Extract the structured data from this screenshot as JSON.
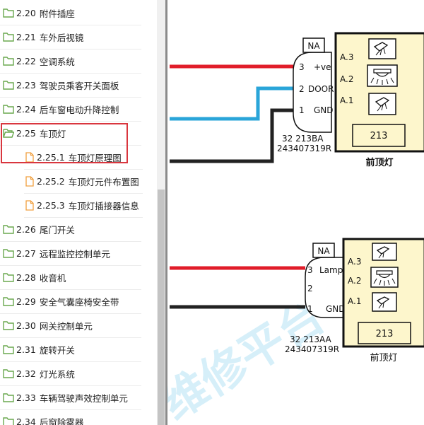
{
  "sidebar": {
    "items": [
      {
        "num": "2.20",
        "label": "附件插座",
        "type": "folder",
        "selected": false
      },
      {
        "num": "2.21",
        "label": "车外后视镜",
        "type": "folder",
        "selected": false
      },
      {
        "num": "2.22",
        "label": "空调系统",
        "type": "folder",
        "selected": false
      },
      {
        "num": "2.23",
        "label": "驾驶员乘客开关面板",
        "type": "folder",
        "selected": false
      },
      {
        "num": "2.24",
        "label": "后车窗电动升降控制",
        "type": "folder",
        "selected": false
      },
      {
        "num": "2.25",
        "label": "车顶灯",
        "type": "folder-open",
        "selected": true
      },
      {
        "num": "2.25.1",
        "label": "车顶灯原理图",
        "type": "file",
        "selected": true
      },
      {
        "num": "2.25.2",
        "label": "车顶灯元件布置图",
        "type": "file",
        "selected": false
      },
      {
        "num": "2.25.3",
        "label": "车顶灯插接器信息",
        "type": "file",
        "selected": false
      },
      {
        "num": "2.26",
        "label": "尾门开关",
        "type": "folder",
        "selected": false
      },
      {
        "num": "2.27",
        "label": "远程监控控制单元",
        "type": "folder",
        "selected": false
      },
      {
        "num": "2.28",
        "label": "收音机",
        "type": "folder",
        "selected": false
      },
      {
        "num": "2.29",
        "label": "安全气囊座椅安全带",
        "type": "folder",
        "selected": false
      },
      {
        "num": "2.30",
        "label": "网关控制单元",
        "type": "folder",
        "selected": false
      },
      {
        "num": "2.31",
        "label": "旋转开关",
        "type": "folder",
        "selected": false
      },
      {
        "num": "2.32",
        "label": "灯光系统",
        "type": "folder",
        "selected": false
      },
      {
        "num": "2.33",
        "label": "车辆驾驶声效控制单元",
        "type": "folder",
        "selected": false
      },
      {
        "num": "2.34",
        "label": "后窗除雾器",
        "type": "folder",
        "selected": false
      }
    ]
  },
  "diagram": {
    "top": {
      "connector_label": "NA",
      "pins": [
        "3",
        "2",
        "1"
      ],
      "pin_signals": [
        "+ve",
        "DOOR",
        "GND"
      ],
      "lamp_switches": [
        "A.3",
        "A.2",
        "A.1"
      ],
      "module_number": "213",
      "part_code": "32  213BA",
      "part_number": "243407319R",
      "title": "前顶灯"
    },
    "bottom": {
      "connector_label": "NA",
      "pins": [
        "3",
        "2",
        "1"
      ],
      "pin_signals": [
        "Lamp",
        "",
        "GND"
      ],
      "lamp_switches": [
        "A.3",
        "A.2",
        "A.1"
      ],
      "module_number": "213",
      "part_code": "32  213AA",
      "part_number": "243407319R",
      "title": "前顶灯"
    },
    "watermark": "维修平台"
  },
  "colors": {
    "module_fill": "#fdf6cc",
    "wire_red": "#e11d2a",
    "wire_blue": "#2aa5d9",
    "wire_black": "#222222",
    "highlight": "#d9363e",
    "folder_icon": "#6aa84f",
    "file_icon": "#f0a040"
  },
  "icons": {
    "folder": "folder-icon",
    "folder_open": "folder-open-icon",
    "file": "file-icon",
    "lamp": "lamp-icon"
  }
}
